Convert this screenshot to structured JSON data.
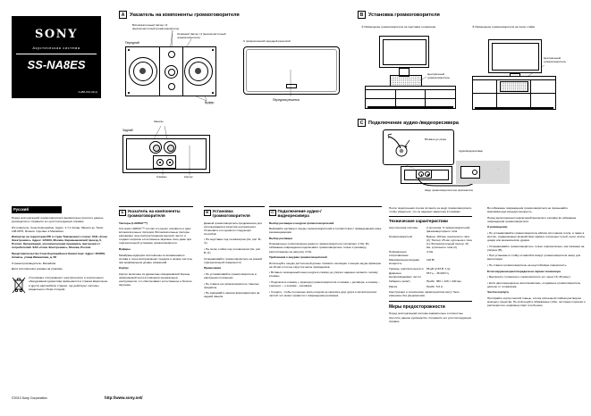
{
  "brand": {
    "logo": "SONY",
    "tagline": "Акустическая система",
    "model": "SS-NA8ES",
    "doc_number": "4-288-154-31(1)"
  },
  "sections": {
    "a": {
      "letter": "A",
      "title": "Указатель на компоненты громкоговорителя"
    },
    "b": {
      "letter": "B",
      "title": "Установка громкоговорителя"
    },
    "c": {
      "letter": "C",
      "title": "Подключение аудио-/видеоресивера"
    }
  },
  "diagram_front": {
    "view_label": "Передний",
    "assist_tweeter": "Вспомогательный твитер ×2 (высокочастотный громкоговоритель)",
    "main_tweeter": "Основной твитер ×1 (высокочастотный громкоговоритель)",
    "woofer": "Вуфер"
  },
  "diagram_grille": {
    "caption": "С прикрепленной передней решеткой",
    "label": "Передняя решетка"
  },
  "diagram_rear": {
    "view_label": "Задний",
    "ports": "Каналы",
    "terminals": "Клеммы",
    "cabinet": "Корпус"
  },
  "diagram_install": {
    "option1": "① Размещение громкоговорителя на подставке телевизора",
    "option2": "② Размещение громкоговорителя на полке стойки",
    "speaker_label1": "Центральный громкоговоритель",
    "speaker_label2": "Центральный громкоговоритель"
  },
  "diagram_connect": {
    "inset_label": "Вставьте до упора",
    "receiver_label": "Аудио/видеоресивер",
    "continuation": "…",
    "cord_label": "Шнур громкоговорителя (не прилагается)"
  },
  "col_russian": {
    "lang": "Русский",
    "para1": "Перед эксплуатацией громкоговорителя внимательно прочтите данное руководство и сохраните его для последующих справок.",
    "para2": "Изготовитель: Сони Корпорейшн. Адрес: 1-7-1 Конан, Минато-ку, Токио 108-0075, Япония. Сделано в Малайзии.",
    "importer": "Импортер на территории РФ и стран Таможенного союза: ЗАО «Сони Электроникс». Адрес: 123103, Москва, Карамышевский проезд, 6, Россия. Организация, уполномоченная принимать претензии от потребителей: ЗАО «Сони Электроникс», Москва, Россия.",
    "kz": "Представительство Сони Корпорейшн в Казахстане: Адрес: 050059, Алматы, улица Иванилова, д. 58",
    "country": "Страна-производитель: Малайзия",
    "date": "Дата изготовления указана на упаковке",
    "weee": "Утилизация отслужившего электрического и электронного оборудования (директива применяется в странах Евросоюза и других европейских странах, где действуют системы раздельного сбора отходов)"
  },
  "col_a": {
    "sub1": "Твитеры (I-ARRAY™)",
    "p1": "Система I-ARRAY™ состоит из одного основного и двух вспомогательных твитеров. Вспомогательные твитеры расширяют зону распространения высоких частот и создают широкое естественное звуковое поле даже при горизонтальной установке громкоговорителя.",
    "sub2": "Вуферы",
    "p2": "Мембраны вуферов изготовлены из алюминиевого сплава и точно воспроизводят средние и низкие частоты при минимальном уровне искажений.",
    "sub3": "Корпус",
    "p3": "Корпус выполнен из древесины скандинавской березы, применяемой при изготовлении музыкальных инструментов, что обеспечивает естественное и богатое звучание."
  },
  "col_b": {
    "p1": "Данный громкоговоритель предназначен для использования в качестве центрального. Установите его одним из следующих способов:",
    "i1": "• На подставке под телевизором (см. рис. B–①)",
    "i2": "• На полке стойки под телевизором (см. рис. B–②)",
    "p2": "Устанавливайте громкоговоритель на ровной горизонтальной поверхности.",
    "sub": "Примечания",
    "n1": "• Не устанавливайте громкоговоритель в наклонном положении.",
    "n2": "• Не ставьте на громкоговоритель тяжелые предметы.",
    "n3": "• Не закрывайте каналы фазоинвертора на задней панели."
  },
  "col_c": {
    "sub1": "Выбор ресивера и шнуров громкоговорителей",
    "p1": "Выбирайте ресивер и шнуры громкоговорителей в соответствии с приведенными ниже рекомендациями.",
    "sub2": "Выбор ресивера",
    "p2": "Номинальное сопротивление данного громкоговорителя составляет 4 Ом. Во избежание повреждения подключайте громкоговоритель только к ресиверу, рассчитанному на нагрузку 4 Ом.",
    "sub3": "Требования к шнурам громкоговорителей",
    "p3": "Используйте шнуры достаточной длины. Снимите изоляцию с концов шнура примерно на 10 мм и плотно скрутите жилы проводников.",
    "i1": "• Вставьте зачищенный конец шнура в клемму до упора и надежно затяните головку клеммы.",
    "i2": "• Подключите клемму + (красную) громкоговорителя к клемме + ресивера, а клемму – (черную) — к клемме – ресивера.",
    "i3": "• Следите, чтобы оголенные жилы шнуров не касались друг друга и металлических частей: это может привести к повреждению ресивера."
  },
  "specs": {
    "p_top": "После подключения слегка потяните за шнур громкоговорителя, чтобы убедиться, что он надежно закреплен в клеммах.",
    "title": "Технические характеристики",
    "rows": [
      {
        "label": "Акустическая система",
        "value": "2-полосная, 5 громкоговорителей, фазоинверторного типа"
      },
      {
        "label": "Громкоговорители",
        "value": "Вуфер: 100 мм, конического типа (2); Твитер: 25 мм, купольного типа (1); Вспомогательный твитер: 19 мм, купольного типа (2)"
      },
      {
        "label": "Номинальное сопротивление",
        "value": "4 Ом"
      },
      {
        "label": "Максимальная входная мощность",
        "value": "120 Вт"
      },
      {
        "label": "Уровень чувствительности",
        "value": "86 дБ (2,83 В, 1 м)"
      },
      {
        "label": "Диапазон воспроизводимых частот",
        "value": "55 Гц – 45 000 Гц"
      },
      {
        "label": "Габариты (ш/в/г)",
        "value": "Прибл. 350 × 126 × 240 мм"
      },
      {
        "label": "Масса",
        "value": "Прибл. 5,6 кг"
      }
    ],
    "note": "Конструкция и технические характеристики могут быть изменены без уведомления.",
    "precautions_title": "Меры предосторожности",
    "precautions_p": "Перед эксплуатацией системы внимательно и полностью прочтите данное руководство. Сохраните его для последующих справок."
  },
  "col_last": {
    "p1": "Во избежание повреждения громкоговорителя не превышайте максимальную входную мощность.",
    "p2": "Перед выполнением подключений выключите ресивер во избежание повреждения громкоговорителя.",
    "sub1": "О размещении",
    "i1": "• Не устанавливайте громкоговоритель вблизи источников тепла, а также в местах, подверженных воздействию прямых солнечных лучей, пыли, влаги, дождя или механических ударов.",
    "i2": "• Устанавливайте громкоговоритель только горизонтально, как показано на рисунке (B).",
    "i3": "• При установке в стойку оставляйте вокруг громкоговорителя зазор для вентиляции.",
    "i4": "• Не ставьте громкоговоритель на неустойчивую поверхность.",
    "sub2": "Если нарушена цветопередача на экране телевизора",
    "j1": "• Выключите телевизор и снова включите его через 15–30 минут.",
    "j2": "• Если цветопередача не восстановилась, отодвиньте громкоговоритель дальше от телевизора.",
    "sub3": "Чистка корпуса",
    "p3": "Протирайте корпус мягкой тканью, слегка смоченной слабым раствором моющего средства. Не используйте абразивные губки, чистящие порошки и растворители, например спирт или бензин."
  },
  "footer": {
    "copyright": "©2013 Sony Corporation",
    "url": "http://www.sony.net/"
  }
}
